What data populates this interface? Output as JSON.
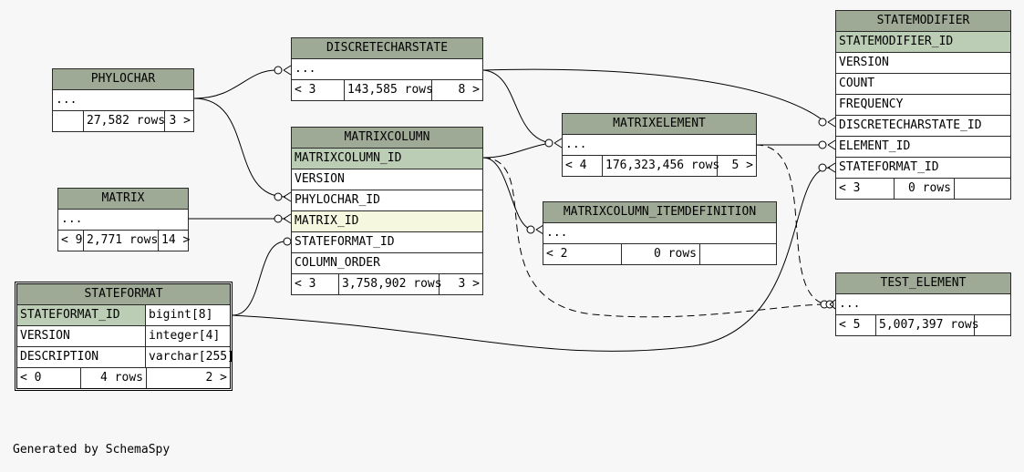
{
  "tables": {
    "discretecharstate": {
      "name": "DISCRETECHARSTATE",
      "cols": [
        "..."
      ],
      "foot": [
        "< 3",
        "143,585 rows",
        "8 >"
      ]
    },
    "phylochar": {
      "name": "PHYLOCHAR",
      "cols": [
        "..."
      ],
      "foot": [
        "",
        "27,582 rows",
        "3 >"
      ]
    },
    "matrixcolumn": {
      "name": "MATRIXCOLUMN",
      "cols": [
        "MATRIXCOLUMN_ID",
        "VERSION",
        "PHYLOCHAR_ID",
        "MATRIX_ID",
        "STATEFORMAT_ID",
        "COLUMN_ORDER"
      ],
      "foot": [
        "< 3",
        "3,758,902 rows",
        "3 >"
      ]
    },
    "matrix": {
      "name": "MATRIX",
      "cols": [
        "..."
      ],
      "foot": [
        "< 9",
        "2,771 rows",
        "14 >"
      ]
    },
    "stateformat": {
      "name": "STATEFORMAT",
      "cols": [
        "STATEFORMAT_ID",
        "VERSION",
        "DESCRIPTION"
      ],
      "types": [
        "bigint[8]",
        "integer[4]",
        "varchar[255]"
      ],
      "foot": [
        "< 0",
        "4 rows",
        "2 >"
      ]
    },
    "matrixelement": {
      "name": "MATRIXELEMENT",
      "cols": [
        "..."
      ],
      "foot": [
        "< 4",
        "176,323,456 rows",
        "5 >"
      ]
    },
    "matrixcolumn_itemdefinition": {
      "name": "MATRIXCOLUMN_ITEMDEFINITION",
      "cols": [
        "..."
      ],
      "foot": [
        "< 2",
        "0 rows",
        ""
      ]
    },
    "statemodifier": {
      "name": "STATEMODIFIER",
      "cols": [
        "STATEMODIFIER_ID",
        "VERSION",
        "COUNT",
        "FREQUENCY",
        "DISCRETECHARSTATE_ID",
        "ELEMENT_ID",
        "STATEFORMAT_ID"
      ],
      "foot": [
        "< 3",
        "0 rows",
        ""
      ]
    },
    "test_element": {
      "name": "TEST_ELEMENT",
      "cols": [
        "..."
      ],
      "foot": [
        "< 5",
        "5,007,397 rows",
        ""
      ]
    }
  },
  "footer_text": "Generated by SchemaSpy"
}
